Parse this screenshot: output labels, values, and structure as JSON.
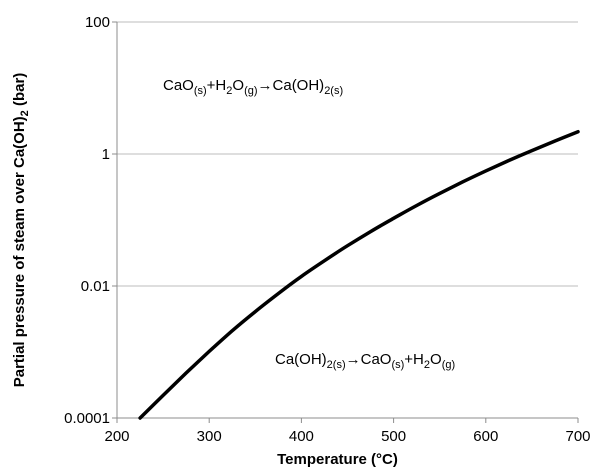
{
  "chart_data": {
    "type": "line",
    "title": "",
    "xlabel": "Temperature (°C)",
    "ylabel": {
      "main": "Partial pressure of steam over Ca(OH)",
      "sub": "2",
      "tail": " (bar)"
    },
    "xlim": [
      200,
      700
    ],
    "ylim": [
      0.0001,
      100
    ],
    "yscale": "log",
    "grid": "horizontal",
    "legend": "none",
    "x_ticks": [
      200,
      300,
      400,
      500,
      600,
      700
    ],
    "y_ticks": [
      {
        "value": 0.0001,
        "label": "0.0001"
      },
      {
        "value": 0.01,
        "label": "0.01"
      },
      {
        "value": 1,
        "label": "1"
      },
      {
        "value": 100,
        "label": "100"
      }
    ],
    "series": [
      {
        "color": "#000000",
        "x": [
          225,
          250,
          275,
          300,
          325,
          350,
          375,
          400,
          425,
          450,
          475,
          500,
          525,
          550,
          575,
          600,
          625,
          650,
          675,
          700
        ],
        "y": [
          0.0001,
          0.00022,
          0.00048,
          0.00102,
          0.0021,
          0.0041,
          0.0077,
          0.014,
          0.0242,
          0.0408,
          0.0667,
          0.106,
          0.166,
          0.253,
          0.379,
          0.554,
          0.797,
          1.126,
          1.573,
          2.18
        ]
      }
    ],
    "annotations": [
      {
        "id": "hydration",
        "region": "upper-left",
        "parts": [
          {
            "t": "CaO"
          },
          {
            "t": "(s)",
            "sub": true
          },
          {
            "t": "+H"
          },
          {
            "t": "2",
            "sub": true
          },
          {
            "t": "O"
          },
          {
            "t": "(g)",
            "sub": true
          },
          {
            "t": "→Ca(OH)"
          },
          {
            "t": "2(s)",
            "sub": true
          }
        ]
      },
      {
        "id": "dehydration",
        "region": "lower-right",
        "parts": [
          {
            "t": "Ca(OH)"
          },
          {
            "t": "2(s)",
            "sub": true
          },
          {
            "t": "→CaO"
          },
          {
            "t": "(s)",
            "sub": true
          },
          {
            "t": "+H"
          },
          {
            "t": "2",
            "sub": true
          },
          {
            "t": "O"
          },
          {
            "t": "(g)",
            "sub": true
          }
        ]
      }
    ]
  }
}
